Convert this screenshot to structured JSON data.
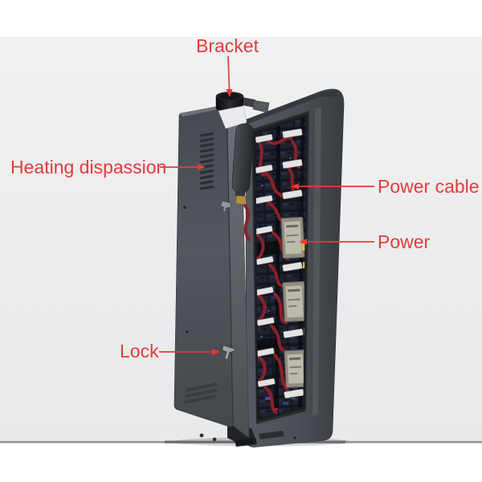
{
  "annotations": {
    "bracket": "Bracket",
    "heating": "Heating dispassion",
    "power_cable": "Power cable",
    "power": "Power",
    "lock": "Lock"
  },
  "colors": {
    "page_bg": "#ffffff",
    "annotation_red": "#e33b38",
    "photo_bg_top": "#f0f0f1",
    "photo_bg_bottom": "#e9e9ec",
    "floor_line": "#85858a",
    "cabinet_frame_light": "#5a5d63",
    "cabinet_frame_dark": "#3d4045",
    "door_face": "#50535a",
    "door_edge": "#6e7177",
    "vent_slot": "#2b2e32",
    "interior_dark": "#111218",
    "module_blue": "#1e2231",
    "cable_red": "#8e2029",
    "connector_white": "#e3e3e3",
    "psu_body": "#908d83",
    "psu_label": "#bdb9ab",
    "yellow_tab": "#d3c334",
    "bracket_black": "#121215"
  }
}
